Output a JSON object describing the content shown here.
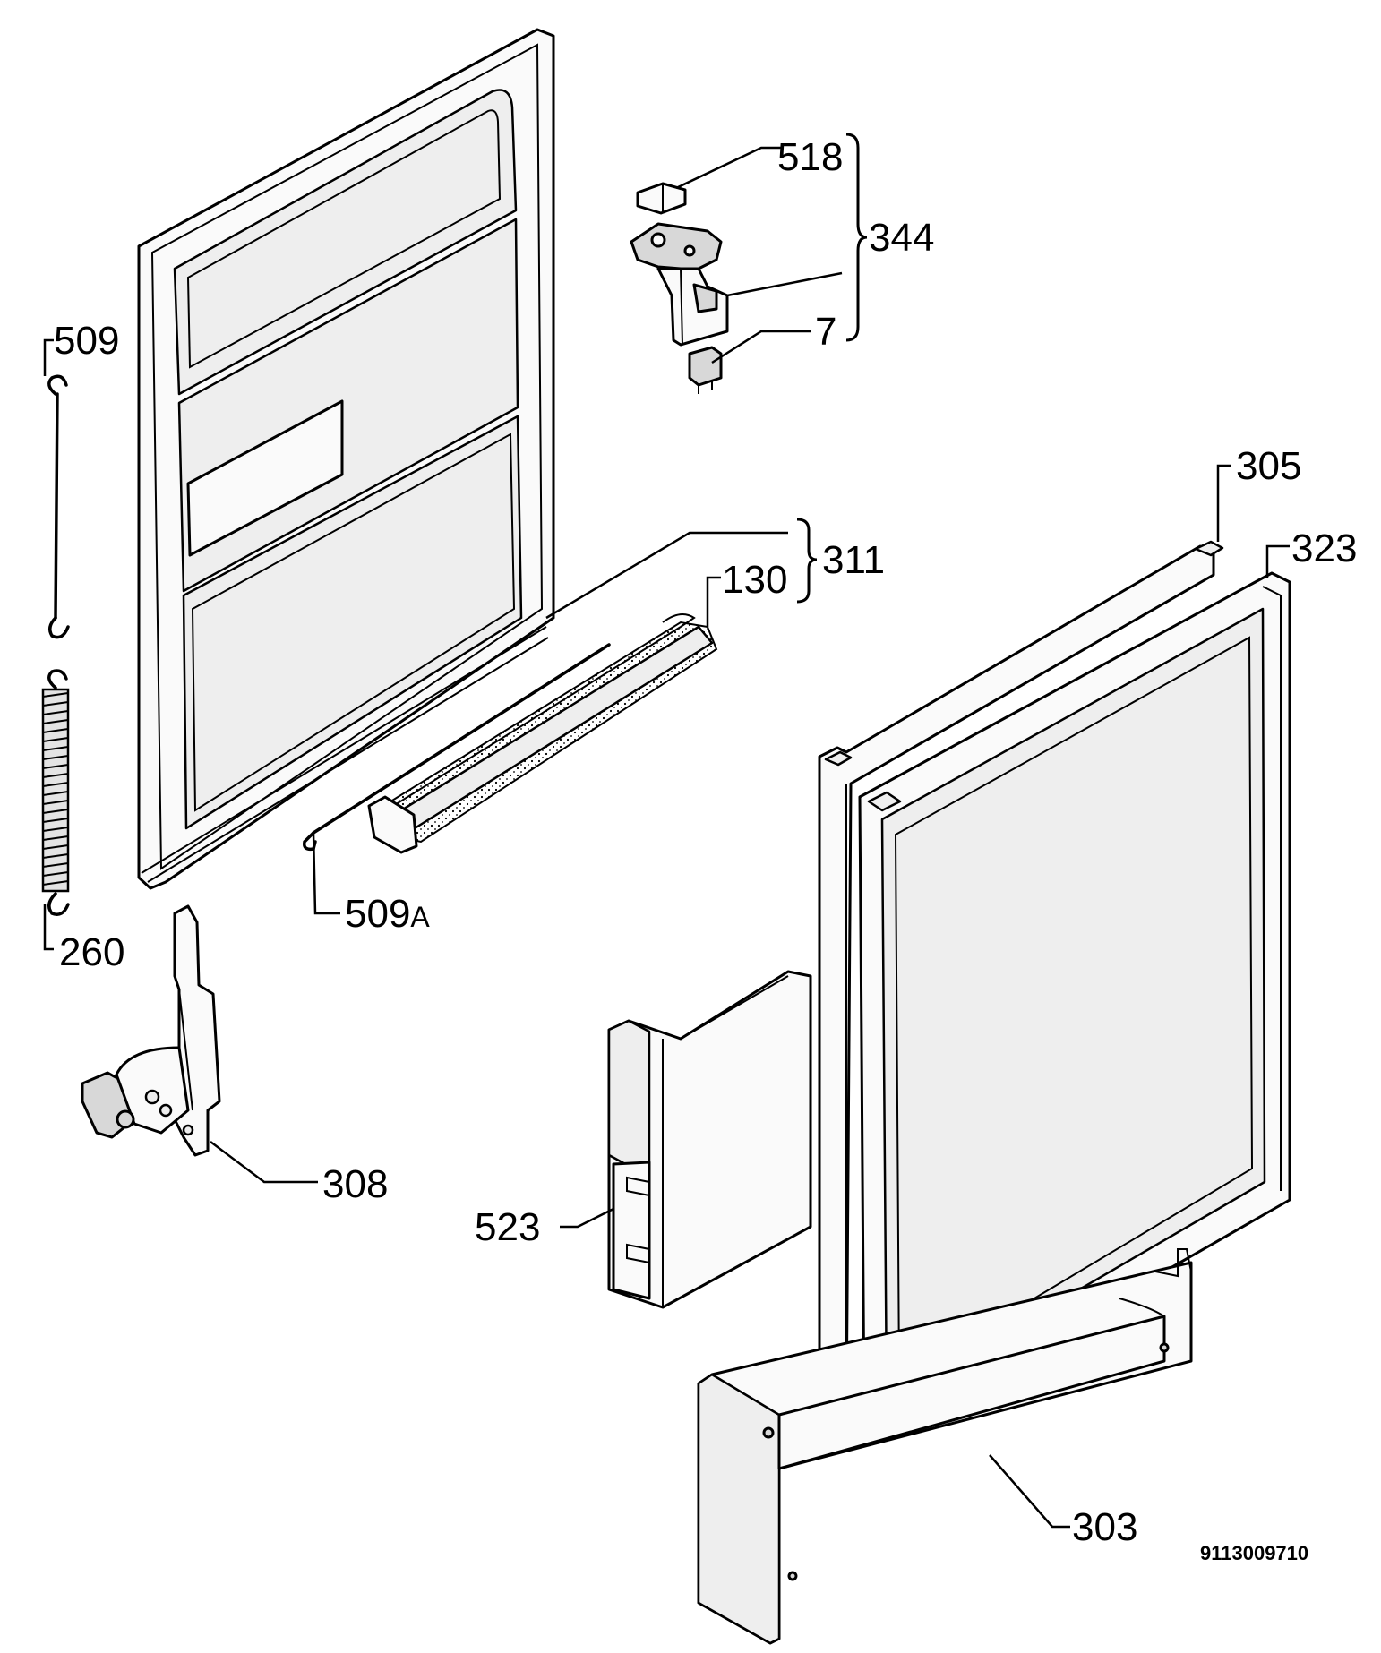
{
  "diagram": {
    "callouts": {
      "p509": "509",
      "p518": "518",
      "p344": "344",
      "p7": "7",
      "p305": "305",
      "p323": "323",
      "p311": "311",
      "p130": "130",
      "p509a_num": "509",
      "p509a_suffix": "A",
      "p260": "260",
      "p308": "308",
      "p523": "523",
      "p303": "303"
    },
    "drawing_number": "9113009710"
  }
}
